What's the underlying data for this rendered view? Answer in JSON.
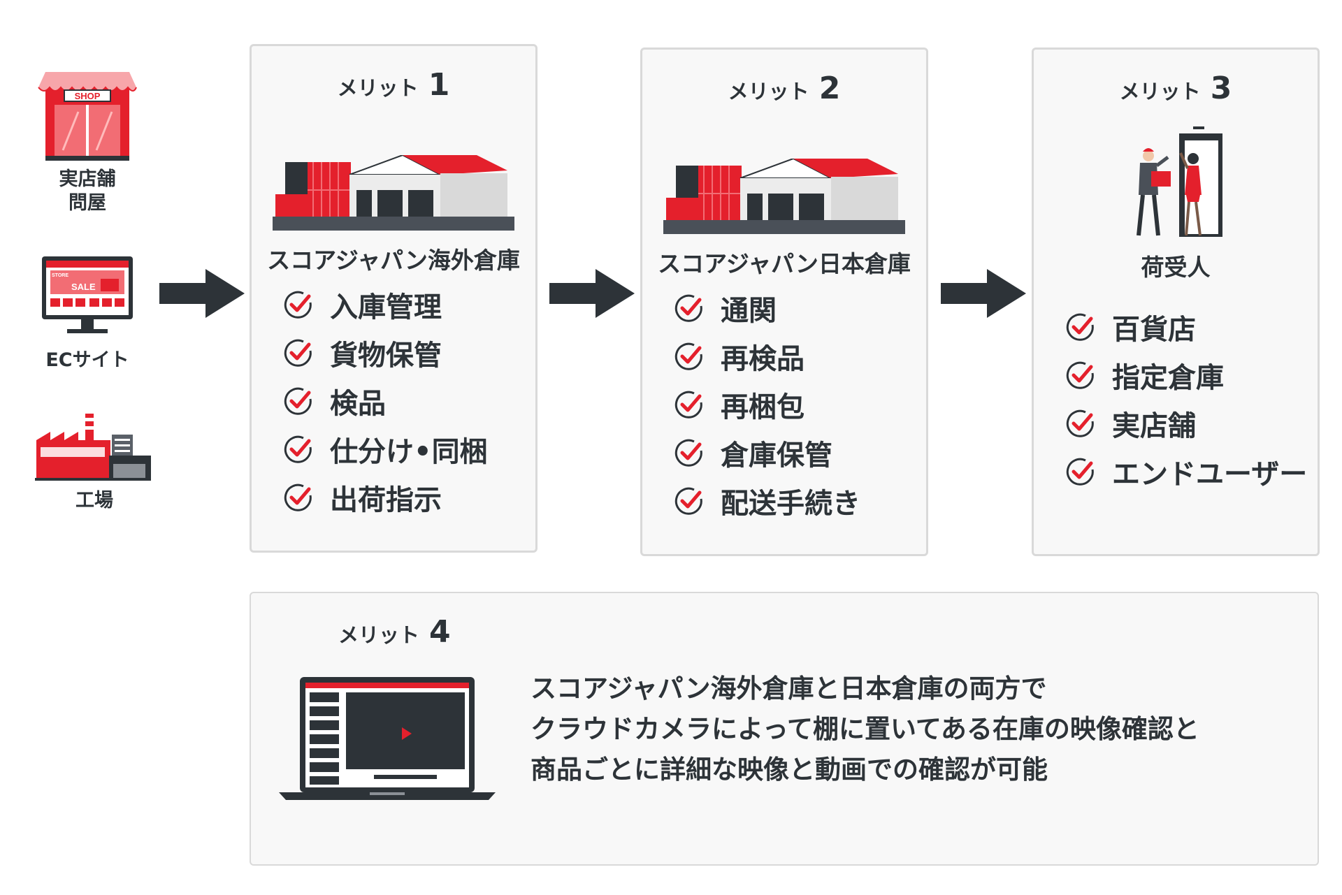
{
  "colors": {
    "accent": "#e4202c",
    "dark": "#2d3338",
    "card_bg": "#f8f8f8",
    "card_border": "#d9d9d9"
  },
  "sources": [
    {
      "label_lines": [
        "実店舗",
        "問屋"
      ],
      "icon": "shop-icon"
    },
    {
      "label_lines": [
        "ECサイト"
      ],
      "icon": "ec-site-monitor-icon"
    },
    {
      "label_lines": [
        "工場"
      ],
      "icon": "factory-icon"
    }
  ],
  "shop_sign": "SHOP",
  "ec_screen": {
    "store": "STORE",
    "sale": "SALE"
  },
  "merits": [
    {
      "label": "メリット",
      "number": "1",
      "name": "スコアジャパン海外倉庫",
      "items": [
        "入庫管理",
        "貨物保管",
        "検品",
        "仕分け•同梱",
        "出荷指示"
      ]
    },
    {
      "label": "メリット",
      "number": "2",
      "name": "スコアジャパン日本倉庫",
      "items": [
        "通関",
        "再検品",
        "再梱包",
        "倉庫保管",
        "配送手続き"
      ]
    },
    {
      "label": "メリット",
      "number": "3",
      "name": "荷受人",
      "items": [
        "百貨店",
        "指定倉庫",
        "実店舗",
        "エンドユーザー"
      ]
    }
  ],
  "merit4": {
    "label": "メリット",
    "number": "4",
    "lines": [
      "スコアジャパン海外倉庫と日本倉庫の両方で",
      "クラウドカメラによって棚に置いてある在庫の映像確認と",
      "商品ごとに詳細な映像と動画での確認が可能"
    ]
  }
}
